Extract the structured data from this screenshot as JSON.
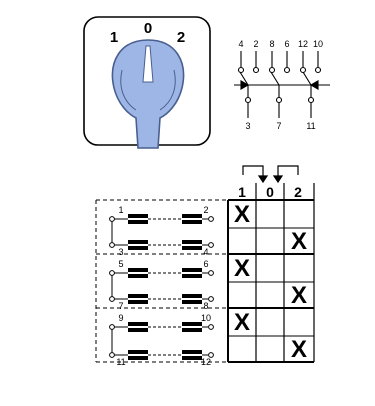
{
  "dial": {
    "position_labels": [
      "1",
      "0",
      "2"
    ]
  },
  "contact_symbol": {
    "top_terminals": [
      "4",
      "2",
      "8",
      "6",
      "12",
      "10"
    ],
    "bottom_terminals": [
      "3",
      "7",
      "11"
    ]
  },
  "switching_table": {
    "positions": [
      "1",
      "0",
      "2"
    ],
    "rows": [
      {
        "left_terminal": "1",
        "right_terminal": "2",
        "closed": [
          true,
          false,
          false
        ]
      },
      {
        "left_terminal": "3",
        "right_terminal": "4",
        "closed": [
          false,
          false,
          true
        ]
      },
      {
        "left_terminal": "5",
        "right_terminal": "6",
        "closed": [
          true,
          false,
          false
        ]
      },
      {
        "left_terminal": "7",
        "right_terminal": "8",
        "closed": [
          false,
          false,
          true
        ]
      },
      {
        "left_terminal": "9",
        "right_terminal": "10",
        "closed": [
          true,
          false,
          false
        ]
      },
      {
        "left_terminal": "11",
        "right_terminal": "12",
        "closed": [
          false,
          false,
          true
        ]
      }
    ],
    "mark_glyph": "X"
  },
  "colors": {
    "knob_fill": "#9db6e6",
    "knob_stroke": "#4a5f8f",
    "line": "#000000"
  }
}
